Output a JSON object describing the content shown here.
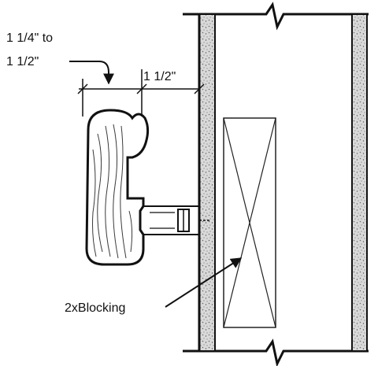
{
  "labels": {
    "handrail_width_line1": "1 1/4\" to",
    "handrail_width_line2": "1 1/2\"",
    "clearance": "1 1/2\"",
    "blocking": "2xBlocking"
  },
  "colors": {
    "ink": "#111111",
    "drywall": "#c8c8c8",
    "wood_grain": "#3a3a3a",
    "background": "#ffffff"
  },
  "icons": {
    "dimension_arrow": "arrowhead",
    "break_line": "zigzag-break"
  }
}
